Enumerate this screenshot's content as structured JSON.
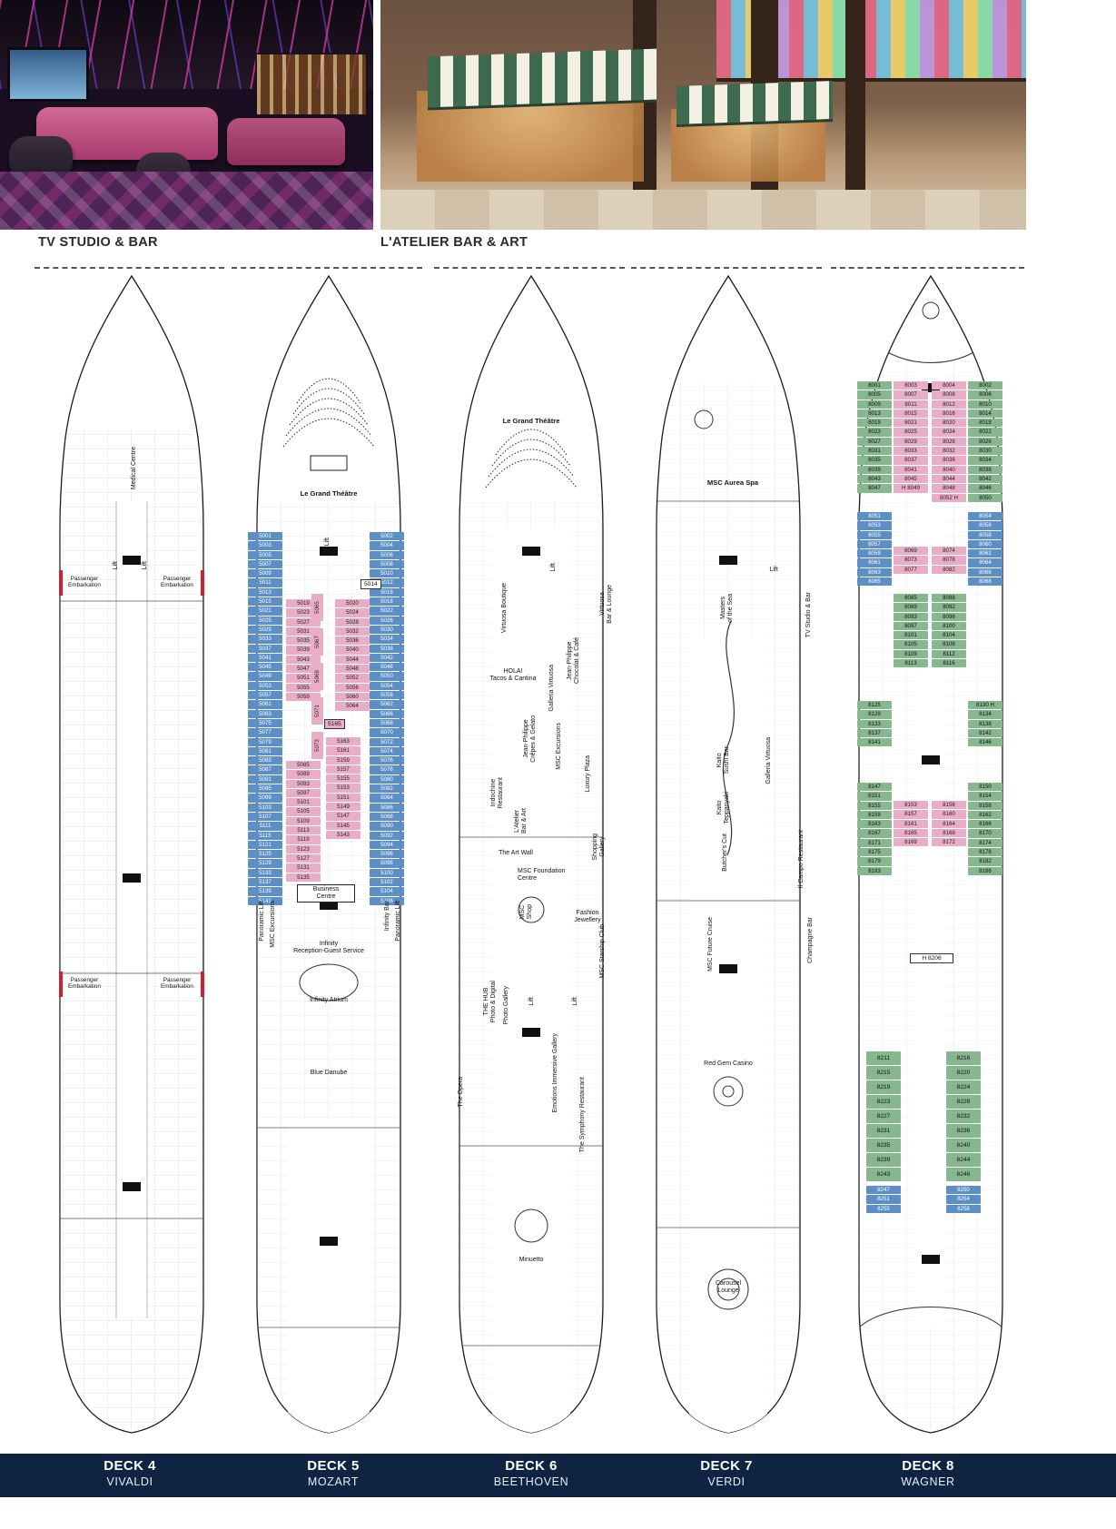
{
  "colors": {
    "navy": "#0e2442",
    "cabin_blue": "#5b8fc6",
    "cabin_pink": "#e9aec6",
    "cabin_green": "#86b78e",
    "embark_red": "#cf2030"
  },
  "photos": {
    "tv_studio_caption": "TV STUDIO & BAR",
    "atelier_caption": "L'ATELIER BAR & ART"
  },
  "footer": {
    "decks": [
      {
        "deck": "DECK 4",
        "name": "VIVALDI"
      },
      {
        "deck": "DECK 5",
        "name": "MOZART"
      },
      {
        "deck": "DECK 6",
        "name": "BEETHOVEN"
      },
      {
        "deck": "DECK 7",
        "name": "VERDI"
      },
      {
        "deck": "DECK 8",
        "name": "WAGNER"
      }
    ]
  },
  "deck4": {
    "labels": {
      "medical_centre": "Medical Centre",
      "lift": "Lift",
      "passenger_embarkation": "Passenger\nEmbarkation"
    }
  },
  "deck5": {
    "labels": {
      "grand_theatre": "Le Grand Théâtre",
      "lift": "Lift",
      "cabin_5014": "5014",
      "cabin_5165": "5165",
      "business_centre": "Business\nCentre",
      "reception": "Infinity\nReception-Guest Service",
      "atrium": "Infinity Atrium",
      "panoramic_lift": "Panoramic Lift",
      "msc_excursions": "MSC Excursions",
      "infinity_bar": "Infinity Bar",
      "blue_danube": "Blue Danube"
    },
    "cabins": {
      "left_blue": [
        "5001",
        "5003",
        "5005",
        "5007",
        "5009",
        "5011",
        "5013",
        "5015",
        "5021",
        "5025",
        "5029",
        "5033",
        "5037",
        "5041",
        "5045",
        "5049",
        "5053",
        "5057",
        "5061",
        "5063",
        "5075",
        "5077",
        "5079",
        "5081",
        "5083",
        "5087",
        "5091",
        "5095",
        "5099",
        "5103",
        "5107",
        "5111",
        "5115",
        "5121",
        "5125",
        "5129",
        "5133",
        "5137",
        "5139",
        "5141"
      ],
      "right_blue": [
        "5002",
        "5004",
        "5006",
        "5008",
        "5010",
        "5012",
        "5016",
        "5018",
        "5022",
        "5026",
        "5030",
        "5034",
        "5038",
        "5042",
        "5046",
        "5050",
        "5054",
        "5058",
        "5062",
        "5066",
        "5068",
        "5070",
        "5072",
        "5074",
        "5076",
        "5078",
        "5080",
        "5082",
        "5084",
        "5086",
        "5088",
        "5090",
        "5092",
        "5094",
        "5096",
        "5098",
        "5100",
        "5102",
        "5104",
        "5106"
      ],
      "inner_left_pink_fwd": [
        "5019",
        "5023",
        "5027",
        "5031",
        "5035",
        "5039",
        "5043",
        "5047",
        "5051",
        "5055",
        "5059"
      ],
      "inner_right_pink_fwd": [
        "5020",
        "5024",
        "5028",
        "5032",
        "5036",
        "5040",
        "5044",
        "5048",
        "5052",
        "5056",
        "5060",
        "5064"
      ],
      "center_vert_pink": [
        "5065",
        "5067",
        "5069",
        "5071",
        "5073"
      ],
      "inner_left_pink_aft": [
        "5085",
        "5089",
        "5093",
        "5097",
        "5101",
        "5105",
        "5109",
        "5113",
        "5119",
        "5123",
        "5127",
        "5131",
        "5135"
      ],
      "center_aft_pink": [
        "5163",
        "5161",
        "5159",
        "5157",
        "5155",
        "5153",
        "5151",
        "5149",
        "5147",
        "5145",
        "5143"
      ]
    }
  },
  "deck6": {
    "labels": {
      "grand_theatre": "Le Grand Théâtre",
      "lift": "Lift",
      "virtuosa_boutique": "Virtuosa Boutique",
      "virtuosa_bar_lounge": "Virtuosa\nBar & Lounge",
      "hola": "HOLA!\nTacos & Cantina",
      "jp_chocolat": "Jean-Philippe\nChocolat & Café",
      "galleria_virtuosa": "Galleria Virtuosa",
      "jp_crepes": "Jean-Philippe\nCrêpes & Gelato",
      "msc_excursions": "MSC Excursions",
      "luxury_plaza": "Luxury Plaza",
      "indochine": "Indochine\nRestaurant",
      "atelier": "L'Atelier\nBar & Art",
      "art_wall": "The Art Wall",
      "foundation": "MSC Foundation\nCentre",
      "shopping_gallery": "Shopping\nGallery",
      "msc_shop": "MSC\nShop",
      "fashion_jewellery": "Fashion\nJewellery",
      "starship_club": "MSC Starship Club",
      "hub": "THE HUB\nPhoto & Digital",
      "photo_gallery": "Photo Gallery",
      "emotions": "Emotions Immersive Gallery",
      "opera": "The Opera",
      "symphony": "The Symphony Restaurant",
      "minuetto": "Minuetto"
    }
  },
  "deck7": {
    "labels": {
      "aurea_spa": "MSC Aurea Spa",
      "lift": "Lift",
      "masters": "Masters\nof the Sea",
      "tv_studio": "TV Studio & Bar",
      "kaito_sushi": "Kaito\nSushi Bar",
      "kaito_teppanyaki": "Kaito\nTeppanyaki",
      "galleria_virtuosa": "Galleria Virtuosa",
      "butchers_cut": "Butcher's Cut",
      "il_campo": "Il Campo Restaurant",
      "future_cruise": "MSC Future Cruise",
      "champagne_bar": "Champagne Bar",
      "red_gem": "Red Gem Casino",
      "carousel": "Carousel\nLounge"
    }
  },
  "deck8": {
    "labels": {
      "h8206": "H 8206"
    },
    "cabins": {
      "bow_left_green": [
        "8001",
        "8005",
        "8009",
        "8013",
        "8019",
        "8023",
        "8027",
        "8031",
        "8035",
        "8039",
        "8043",
        "8047"
      ],
      "bow_inner_left_pink": [
        "8003",
        "8007",
        "8011",
        "8015",
        "8021",
        "8025",
        "8029",
        "8033",
        "8037",
        "8041",
        "8045",
        "H 8049"
      ],
      "bow_inner_right_pink": [
        "8004",
        "8008",
        "8012",
        "8016",
        "8020",
        "8024",
        "8028",
        "8032",
        "8036",
        "8040",
        "8044",
        "8048",
        "8052 H"
      ],
      "bow_right_green": [
        "8002",
        "8006",
        "8010",
        "8014",
        "8018",
        "8022",
        "8026",
        "8030",
        "8034",
        "8038",
        "8042",
        "8046",
        "8050"
      ],
      "mid_left_blue": [
        "8051",
        "8053",
        "8055",
        "8057",
        "8059",
        "8061",
        "8063",
        "8065"
      ],
      "mid_right_blue": [
        "8054",
        "8056",
        "8058",
        "8060",
        "8062",
        "8064",
        "8066",
        "8068"
      ],
      "mid_left_pink": [
        "8069",
        "8073",
        "8077"
      ],
      "mid_right_pink": [
        "8074",
        "8078",
        "8082"
      ],
      "core_left_green": [
        "8085",
        "8089",
        "8093",
        "8097",
        "8101",
        "8105",
        "8109",
        "8113"
      ],
      "core_right_green": [
        "8088",
        "8092",
        "8096",
        "8100",
        "8104",
        "8108",
        "8112",
        "8116"
      ],
      "band_left_green": [
        "8125",
        "8129",
        "8133",
        "8137",
        "8141"
      ],
      "band_right_green": [
        "8130 H",
        "8134",
        "8138",
        "8142",
        "8146"
      ],
      "aft_left_green": [
        "8147",
        "8151",
        "8155",
        "8159",
        "8163",
        "8167",
        "8171",
        "8175",
        "8179",
        "8183"
      ],
      "aft_right_green": [
        "8150",
        "8154",
        "8158",
        "8162",
        "8166",
        "8170",
        "8174",
        "8178",
        "8182",
        "8186"
      ],
      "aft_inner_left_pink": [
        "8153",
        "8157",
        "8161",
        "8165",
        "8169"
      ],
      "aft_inner_right_pink": [
        "8156",
        "8160",
        "8164",
        "8168",
        "8172"
      ],
      "stern_left_green": [
        "8211",
        "8215",
        "8219",
        "8223",
        "8227",
        "8231",
        "8235",
        "8239",
        "8243"
      ],
      "stern_right_green": [
        "8216",
        "8220",
        "8224",
        "8228",
        "8232",
        "8236",
        "8240",
        "8244",
        "8246"
      ],
      "stern_left_blue": [
        "8247",
        "8251",
        "8255"
      ],
      "stern_right_blue": [
        "8250",
        "8254",
        "8258"
      ]
    }
  }
}
